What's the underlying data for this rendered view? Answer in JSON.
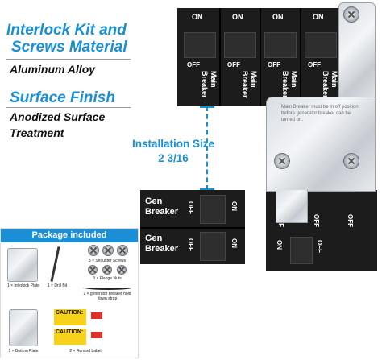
{
  "left_panel": {
    "heading1": "Interlock Kit and",
    "heading2": "Screws Material",
    "material": "Aluminum Alloy",
    "heading3": "Surface Finish",
    "finish_line1": "Anodized Surface",
    "finish_line2": "Treatment"
  },
  "installation": {
    "label": "Installation Size",
    "size": "2 3/16"
  },
  "main_breakers": {
    "on_labels": [
      "ON",
      "ON",
      "ON",
      "ON"
    ],
    "off_labels": [
      "OFF",
      "OFF",
      "OFF",
      "OFF"
    ],
    "labels": [
      "Main Breaker",
      "Main Breaker",
      "Main Breaker",
      "Main Breaker"
    ]
  },
  "plate_text": "Main Breaker must be in off position before generator breaker can be turned on.",
  "gen_breakers": [
    {
      "label_line1": "Gen",
      "label_line2": "Breaker",
      "off": "OFF",
      "on": "ON"
    },
    {
      "label_line1": "Gen",
      "label_line2": "Breaker",
      "off": "OFF",
      "on": "ON"
    }
  ],
  "right_breakers": {
    "off_labels": [
      "OFF",
      "OFF",
      "OFF"
    ],
    "row2_on": "ON",
    "row2_off": "OFF"
  },
  "package": {
    "title": "Package included",
    "items": [
      {
        "caption": "1 × Interlock Plate"
      },
      {
        "caption": "1 × Drill Bit"
      },
      {
        "caption": "3 × Shoulder Screws"
      },
      {
        "caption": "3 × Flange Nuts"
      },
      {
        "caption": "2 × generator breaker hold down strap"
      },
      {
        "caption": "1 × Bottom Plate"
      },
      {
        "caption": "2 × Remind Label"
      }
    ],
    "caution1": "CAUTION:",
    "caution2": "CAUTION:"
  },
  "colors": {
    "accent": "#1a8fd6",
    "panel": "#1c1c1c",
    "caution": "#f6d21b",
    "remind": "#e0312b"
  }
}
